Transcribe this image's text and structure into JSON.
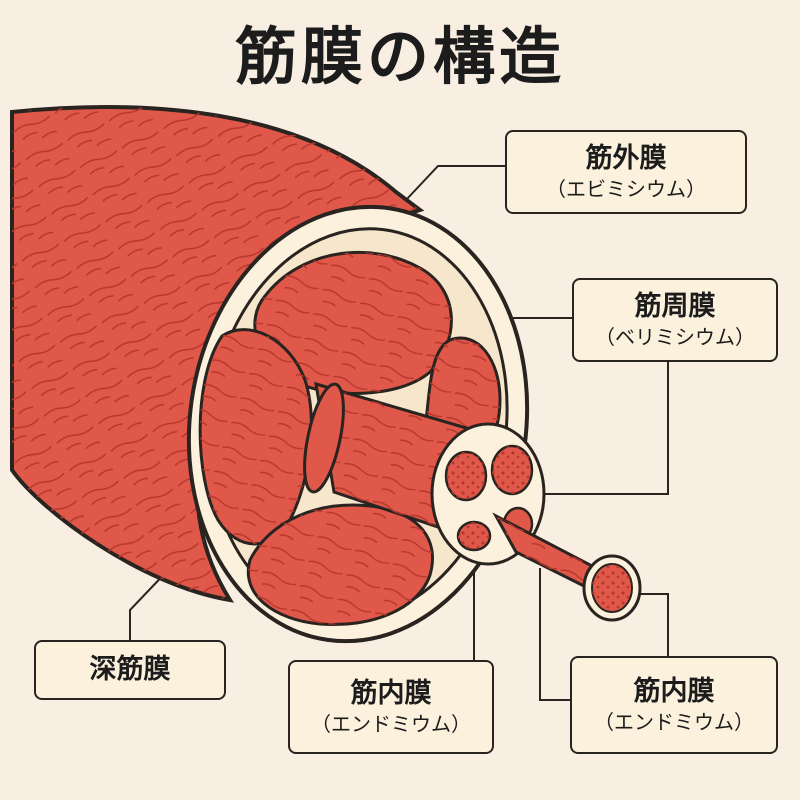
{
  "title": "筋膜の構造",
  "labels": {
    "epimysium": {
      "main": "筋外膜",
      "sub": "（エビミシウム）"
    },
    "perimysium": {
      "main": "筋周膜",
      "sub": "（ベリミシウム）"
    },
    "deep_fascia": {
      "main": "深筋膜"
    },
    "endomysium_1": {
      "main": "筋内膜",
      "sub": "（エンドミウム）"
    },
    "endomysium_2": {
      "main": "筋内膜",
      "sub": "（エンドミウム）"
    }
  },
  "colors": {
    "background": "#f8efe2",
    "muscle": "#e0584a",
    "muscle_dark": "#b8382e",
    "membrane": "#fbf1dd",
    "outline": "#2a2420"
  }
}
